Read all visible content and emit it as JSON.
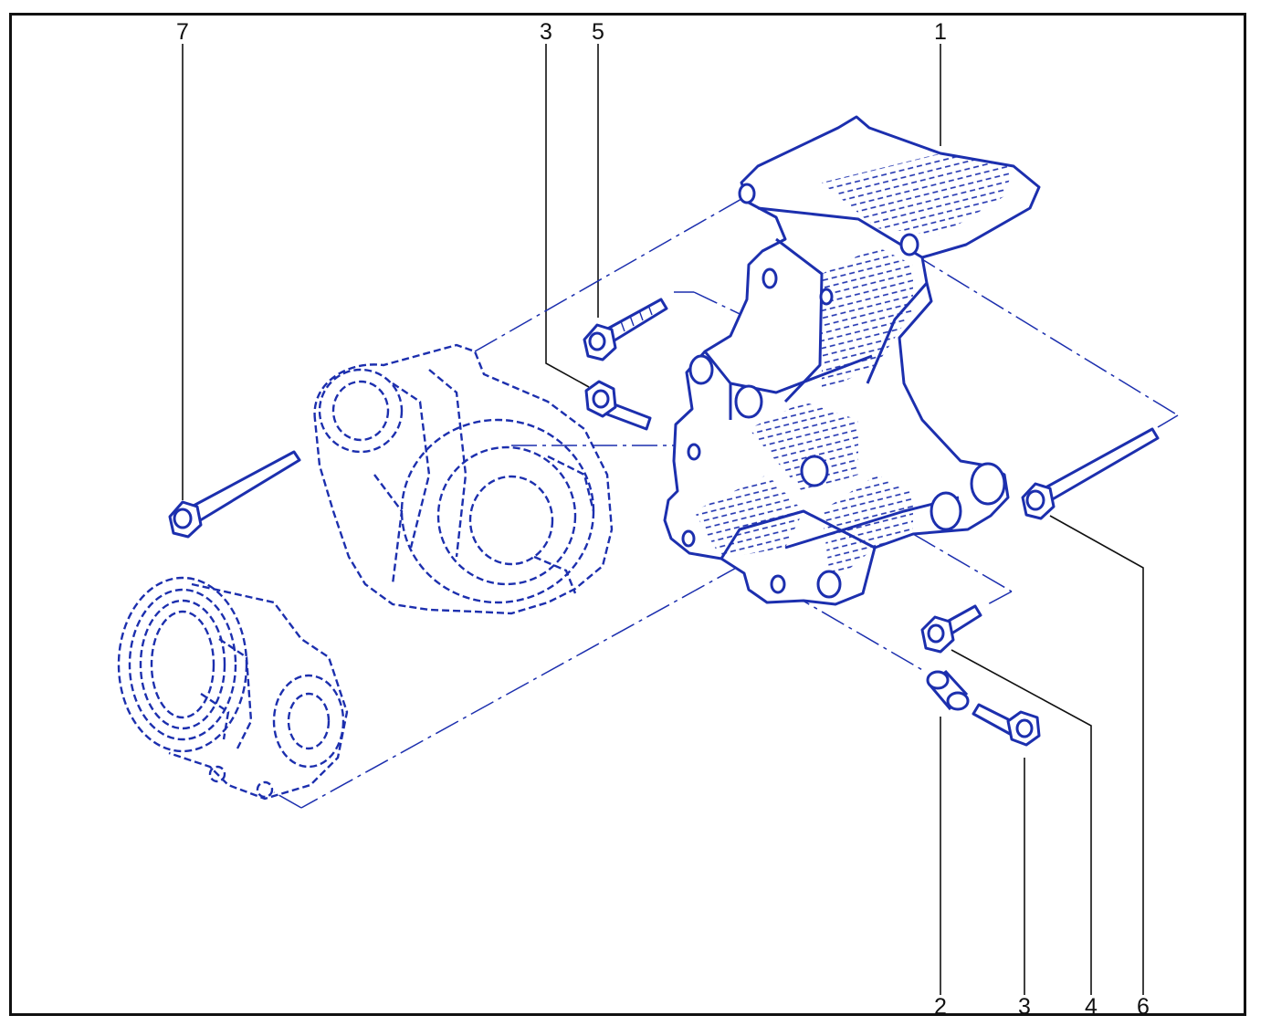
{
  "colors": {
    "line_art": "#1c2fae",
    "callout_text": "#111111",
    "frame": "#111111"
  },
  "callouts": {
    "c1": "1",
    "c2": "2",
    "c3_top": "3",
    "c3_bottom": "3",
    "c4": "4",
    "c5": "5",
    "c6": "6",
    "c7": "7"
  }
}
